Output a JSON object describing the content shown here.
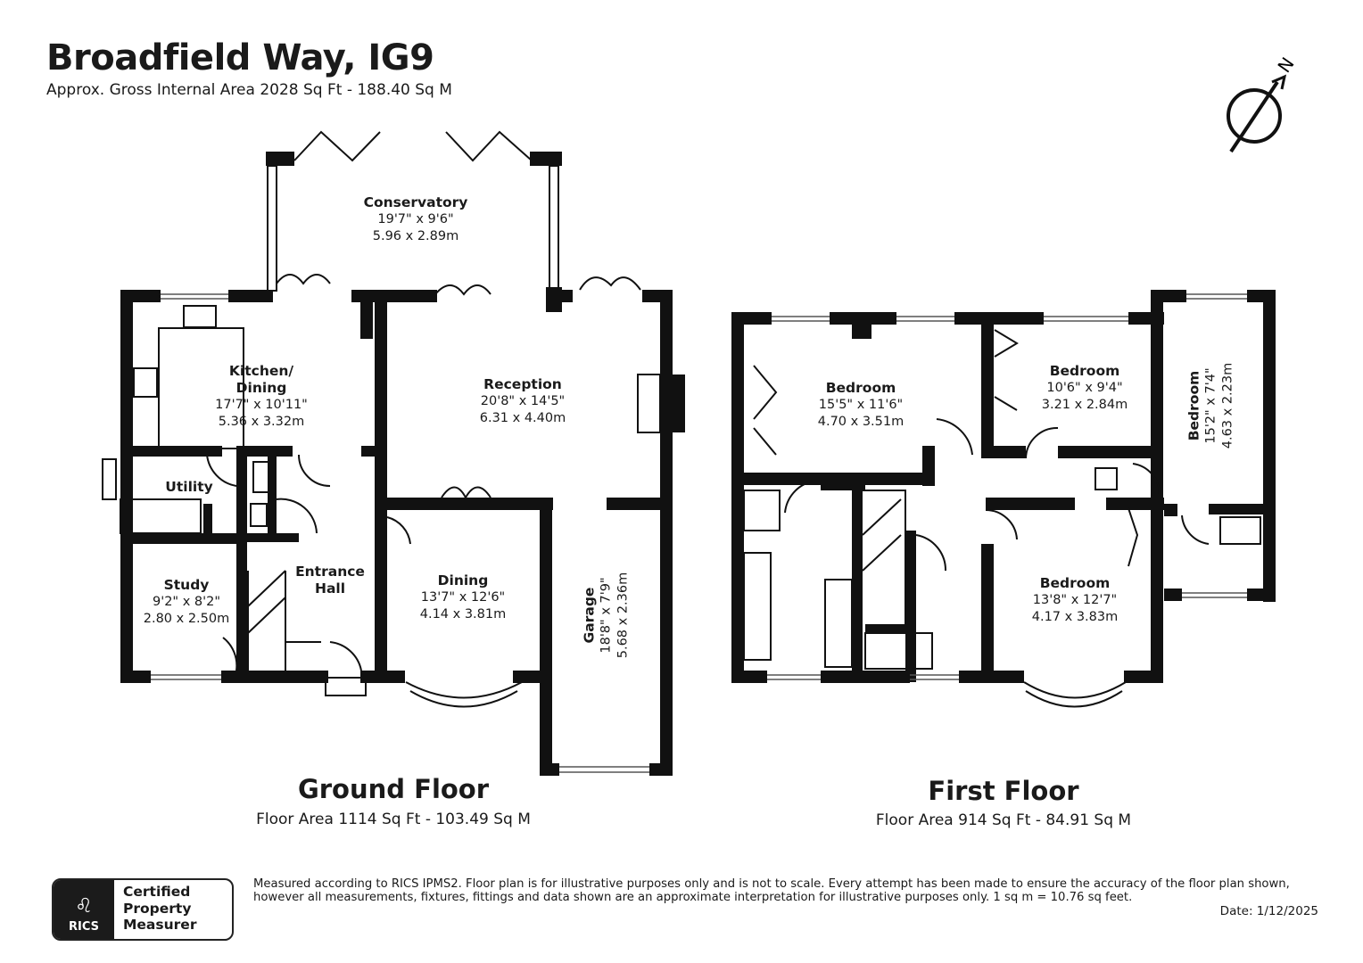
{
  "header": {
    "title": "Broadfield Way, IG9",
    "subtitle": "Approx. Gross Internal Area 2028 Sq Ft - 188.40 Sq M"
  },
  "compass": {
    "label": "N",
    "icon": "north-compass-icon"
  },
  "ground_floor": {
    "title": "Ground Floor",
    "area": "Floor Area 1114 Sq Ft - 103.49 Sq M",
    "rooms": {
      "conservatory": {
        "name": "Conservatory",
        "imperial": "19'7\" x 9'6\"",
        "metric": "5.96 x 2.89m"
      },
      "kitchen": {
        "name_line1": "Kitchen/",
        "name_line2": "Dining",
        "imperial": "17'7\" x 10'11\"",
        "metric": "5.36 x 3.32m"
      },
      "reception": {
        "name": "Reception",
        "imperial": "20'8\" x 14'5\"",
        "metric": "6.31 x 4.40m"
      },
      "utility": {
        "name": "Utility"
      },
      "entrance_hall": {
        "name_line1": "Entrance",
        "name_line2": "Hall"
      },
      "study": {
        "name": "Study",
        "imperial": "9'2\" x 8'2\"",
        "metric": "2.80 x 2.50m"
      },
      "dining": {
        "name": "Dining",
        "imperial": "13'7\" x 12'6\"",
        "metric": "4.14 x 3.81m"
      },
      "garage": {
        "name": "Garage",
        "imperial": "18'8\" x 7'9\"",
        "metric": "5.68 x 2.36m"
      }
    }
  },
  "first_floor": {
    "title": "First Floor",
    "area": "Floor Area 914 Sq Ft - 84.91 Sq M",
    "rooms": {
      "bedroom1": {
        "name": "Bedroom",
        "imperial": "15'5\" x 11'6\"",
        "metric": "4.70 x 3.51m"
      },
      "bedroom2": {
        "name": "Bedroom",
        "imperial": "10'6\" x 9'4\"",
        "metric": "3.21 x 2.84m"
      },
      "bedroom3": {
        "name": "Bedroom",
        "imperial": "15'2\" x 7'4\"",
        "metric": "4.63 x 2.23m"
      },
      "bedroom4": {
        "name": "Bedroom",
        "imperial": "13'8\" x 12'7\"",
        "metric": "4.17 x 3.83m"
      }
    }
  },
  "footer": {
    "disclaimer_line1": "Measured according to RICS IPMS2. Floor plan is for illustrative purposes only and is not to scale. Every attempt has been made to ensure the accuracy of the floor plan shown,",
    "disclaimer_line2": "however all measurements, fixtures, fittings and data shown are an approximate interpretation for illustrative purposes only. 1 sq m = 10.76 sq feet.",
    "date": "Date: 1/12/2025",
    "badge": {
      "org": "RICS",
      "line1": "Certified",
      "line2": "Property",
      "line3": "Measurer"
    }
  }
}
